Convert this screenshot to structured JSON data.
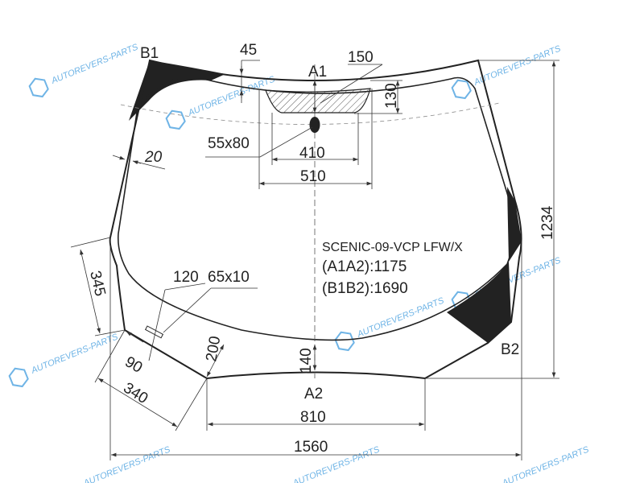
{
  "title": "SCENIC-09-VCP LFW/X",
  "measurements": {
    "a1a2": "(A1A2):1175",
    "b1b2": "(B1B2):1690"
  },
  "points": {
    "b1": "B1",
    "b2": "B2",
    "a1": "A1",
    "a2": "A2"
  },
  "dimensions": {
    "d45": "45",
    "d150": "150",
    "d130": "130",
    "d55x80": "55x80",
    "d410": "410",
    "d510": "510",
    "d20": "20",
    "d1234": "1234",
    "d345": "345",
    "d120": "120",
    "d65x10": "65x10",
    "d200": "200",
    "d140": "140",
    "d90": "90",
    "d340": "340",
    "d810": "810",
    "d1560": "1560"
  },
  "watermark": {
    "text": "AUTOREVERS-PARTS",
    "logo": "AR",
    "color": "#6fb4e6"
  }
}
